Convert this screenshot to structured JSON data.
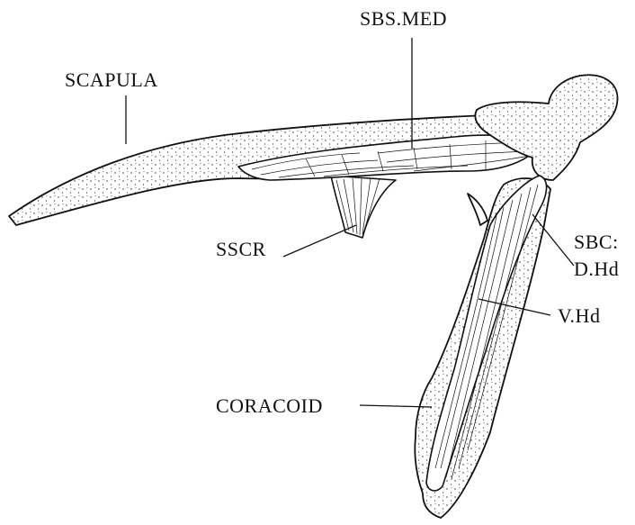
{
  "labels": {
    "scapula": "SCAPULA",
    "sbs_med": "SBS.MED",
    "sbc": "SBC:",
    "d_hd": "D.Hd",
    "v_hd": "V.Hd",
    "sscr": "SSCR",
    "coracoid": "CORACOID"
  }
}
